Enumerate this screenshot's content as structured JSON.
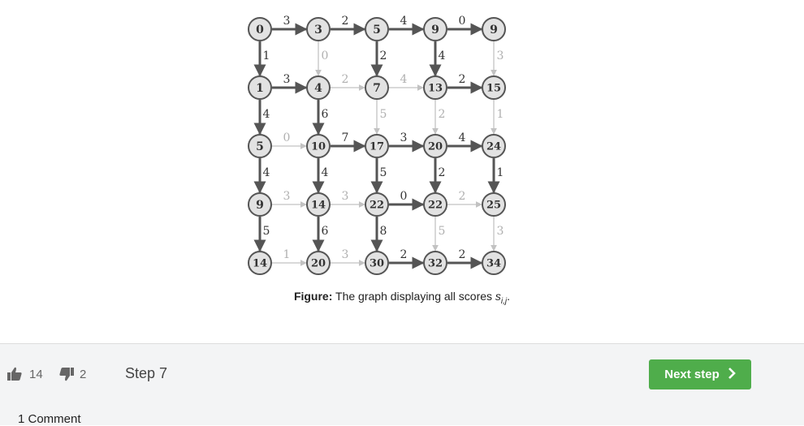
{
  "figure": {
    "caption_prefix": "Figure:",
    "caption_text": "The graph displaying all scores ",
    "caption_var": "s",
    "caption_sub": "i,j",
    "caption_end": ".",
    "grid": {
      "node_values": [
        [
          "0",
          "3",
          "5",
          "9",
          "9"
        ],
        [
          "1",
          "4",
          "7",
          "13",
          "15"
        ],
        [
          "5",
          "10",
          "17",
          "20",
          "24"
        ],
        [
          "9",
          "14",
          "22",
          "22",
          "25"
        ],
        [
          "14",
          "20",
          "30",
          "32",
          "34"
        ]
      ],
      "right_edges": [
        [
          {
            "w": "3",
            "dark": true
          },
          {
            "w": "2",
            "dark": true
          },
          {
            "w": "4",
            "dark": true
          },
          {
            "w": "0",
            "dark": true
          }
        ],
        [
          {
            "w": "3",
            "dark": true
          },
          {
            "w": "2",
            "dark": false
          },
          {
            "w": "4",
            "dark": false
          },
          {
            "w": "2",
            "dark": true
          }
        ],
        [
          {
            "w": "0",
            "dark": false
          },
          {
            "w": "7",
            "dark": true
          },
          {
            "w": "3",
            "dark": true
          },
          {
            "w": "4",
            "dark": true
          }
        ],
        [
          {
            "w": "3",
            "dark": false
          },
          {
            "w": "3",
            "dark": false
          },
          {
            "w": "0",
            "dark": true
          },
          {
            "w": "2",
            "dark": false
          }
        ],
        [
          {
            "w": "1",
            "dark": false
          },
          {
            "w": "3",
            "dark": false
          },
          {
            "w": "2",
            "dark": true
          },
          {
            "w": "2",
            "dark": true
          }
        ]
      ],
      "down_edges": [
        [
          {
            "w": "1",
            "dark": true
          },
          {
            "w": "0",
            "dark": false
          },
          {
            "w": "2",
            "dark": true
          },
          {
            "w": "4",
            "dark": true
          },
          {
            "w": "3",
            "dark": false
          }
        ],
        [
          {
            "w": "4",
            "dark": true
          },
          {
            "w": "6",
            "dark": true
          },
          {
            "w": "5",
            "dark": false
          },
          {
            "w": "2",
            "dark": false
          },
          {
            "w": "1",
            "dark": false
          }
        ],
        [
          {
            "w": "4",
            "dark": true
          },
          {
            "w": "4",
            "dark": true
          },
          {
            "w": "5",
            "dark": true
          },
          {
            "w": "2",
            "dark": true
          },
          {
            "w": "1",
            "dark": true
          }
        ],
        [
          {
            "w": "5",
            "dark": true
          },
          {
            "w": "6",
            "dark": true
          },
          {
            "w": "8",
            "dark": true
          },
          {
            "w": "5",
            "dark": false
          },
          {
            "w": "3",
            "dark": false
          }
        ]
      ]
    }
  },
  "colors": {
    "dark_edge": "#555555",
    "light_edge": "#c2c2c2",
    "dark_label": "#333333",
    "light_label": "#b0b0b0",
    "next_button": "#4fad4b"
  },
  "footer": {
    "upvote_icon": "thumbs-up-icon",
    "upvote_count": "14",
    "downvote_icon": "thumbs-down-icon",
    "downvote_count": "2",
    "step_label": "Step 7",
    "next_button_label": "Next step",
    "next_icon": "chevron-right-icon",
    "comments_label": "1 Comment"
  }
}
